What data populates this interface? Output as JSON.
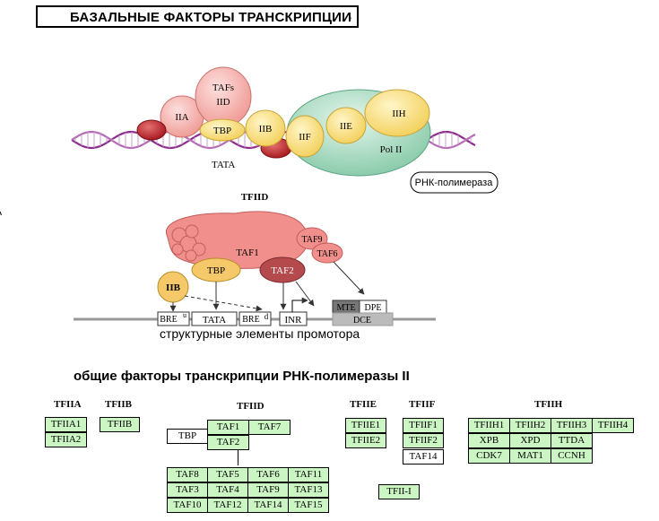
{
  "title": "БАЗАЛЬНЫЕ ФАКТОРЫ ТРАНСКРИПЦИИ",
  "title_mark": "'",
  "complex": {
    "tafs": "TAFs",
    "iid": "IID",
    "iia": "IIA",
    "tbp": "TBP",
    "iib": "IIB",
    "iif": "IIF",
    "iie": "IIE",
    "iih": "IIH",
    "polii": "Pol II",
    "tata": "TATA",
    "rnap_label": "РНК-полимераза"
  },
  "tfiid_panel": {
    "title": "TFIID",
    "taf1": "TAF1",
    "taf9": "TAF9",
    "taf6": "TAF6",
    "tbp": "TBP",
    "taf2": "TAF2",
    "iib": "IIB",
    "elements": {
      "bre_u": "BRE",
      "bre_u_sup": "u",
      "tata": "TATA",
      "bre_d": "BRE",
      "bre_d_sup": "d",
      "inr": "INR",
      "mte": "MTE",
      "dpe": "DPE",
      "dce": "DCE"
    },
    "caption": "структурные элементы промотора"
  },
  "gtf_heading": "общие факторы транскрипции РНК-полимеразы II",
  "tables": {
    "tfiia": {
      "title": "TFIIA",
      "rows": [
        "TFIIA1",
        "TFIIA2"
      ]
    },
    "tfiib": {
      "title": "TFIIB",
      "rows": [
        "TFIIB"
      ]
    },
    "tfiid": {
      "title": "TFIID",
      "tbp": "TBP",
      "top": [
        "TAF1",
        "TAF7",
        "TAF2"
      ],
      "grid": [
        [
          "TAF8",
          "TAF5",
          "TAF6",
          "TAF11"
        ],
        [
          "TAF3",
          "TAF4",
          "TAF9",
          "TAF13"
        ],
        [
          "TAF10",
          "TAF12",
          "TAF14",
          "TAF15"
        ]
      ]
    },
    "tfiie": {
      "title": "TFIIE",
      "rows": [
        "TFIIE1",
        "TFIIE2"
      ]
    },
    "tfiif": {
      "title": "TFIIF",
      "rows": [
        "TFIIF1",
        "TFIIF2",
        "TAF14"
      ]
    },
    "tfii_i": "TFII-I",
    "tfiih": {
      "title": "TFIIH",
      "grid": [
        [
          "TFIIH1",
          "TFIIH2",
          "TFIIH3",
          "TFIIH4"
        ],
        [
          "XPB",
          "XPD",
          "TTDA"
        ],
        [
          "CDK7",
          "MAT1",
          "CCNH"
        ]
      ]
    }
  },
  "colors": {
    "pink": "#f4a3a0",
    "red": "#b8282e",
    "yellow": "#f7e283",
    "polii_green": "#9fd8bd",
    "dna": "#8c2c8c",
    "salmon": "#f08f8c",
    "taf2": "#b54a4d",
    "table_green": "#ccf5c4"
  }
}
